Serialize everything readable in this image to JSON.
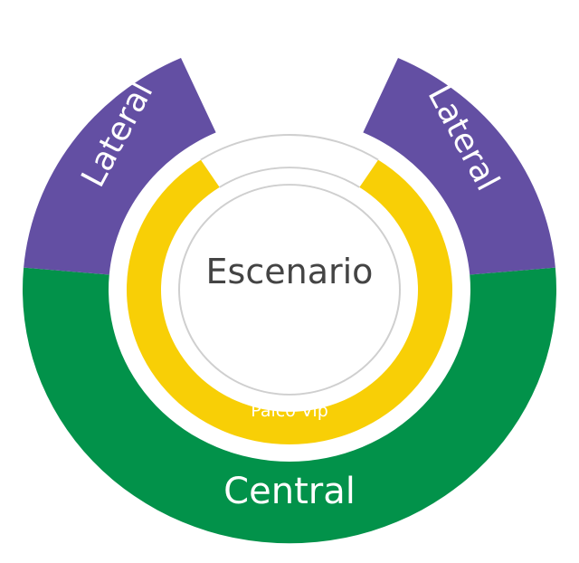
{
  "map": {
    "stage_label": "Escenario",
    "sections": [
      {
        "id": "lateral-left",
        "label": "Lateral",
        "color": "#634fa3"
      },
      {
        "id": "lateral-right",
        "label": "Lateral",
        "color": "#634fa3"
      },
      {
        "id": "central",
        "label": "Central",
        "color": "#02924a"
      },
      {
        "id": "palco-vip",
        "label": "Palco Vip",
        "color": "#f8cf06"
      }
    ]
  }
}
